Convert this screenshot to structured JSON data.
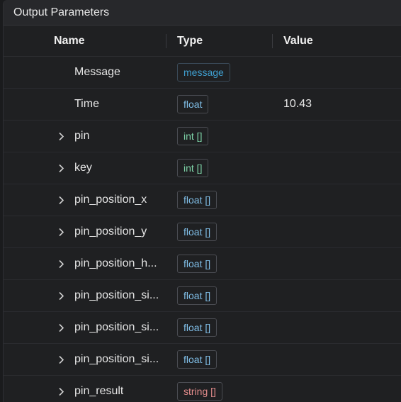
{
  "panel": {
    "title": "Output Parameters"
  },
  "columns": {
    "name": "Name",
    "type": "Type",
    "value": "Value"
  },
  "colors": {
    "message": "#3f9fd0",
    "float": "#7fbde6",
    "int": "#7ed4a8",
    "string": "#e08a8a"
  },
  "rows": [
    {
      "name": "Message",
      "type": "message",
      "type_kind": "message",
      "value": "",
      "expandable": false
    },
    {
      "name": "Time",
      "type": "float",
      "type_kind": "float",
      "value": "10.43",
      "expandable": false
    },
    {
      "name": "pin",
      "type": "int []",
      "type_kind": "int",
      "value": "",
      "expandable": true
    },
    {
      "name": "key",
      "type": "int []",
      "type_kind": "int",
      "value": "",
      "expandable": true
    },
    {
      "name": "pin_position_x",
      "type": "float []",
      "type_kind": "float",
      "value": "",
      "expandable": true
    },
    {
      "name": "pin_position_y",
      "type": "float []",
      "type_kind": "float",
      "value": "",
      "expandable": true
    },
    {
      "name": "pin_position_h...",
      "type": "float []",
      "type_kind": "float",
      "value": "",
      "expandable": true
    },
    {
      "name": "pin_position_si...",
      "type": "float []",
      "type_kind": "float",
      "value": "",
      "expandable": true
    },
    {
      "name": "pin_position_si...",
      "type": "float []",
      "type_kind": "float",
      "value": "",
      "expandable": true
    },
    {
      "name": "pin_position_si...",
      "type": "float []",
      "type_kind": "float",
      "value": "",
      "expandable": true
    },
    {
      "name": "pin_result",
      "type": "string []",
      "type_kind": "string",
      "value": "",
      "expandable": true
    }
  ]
}
